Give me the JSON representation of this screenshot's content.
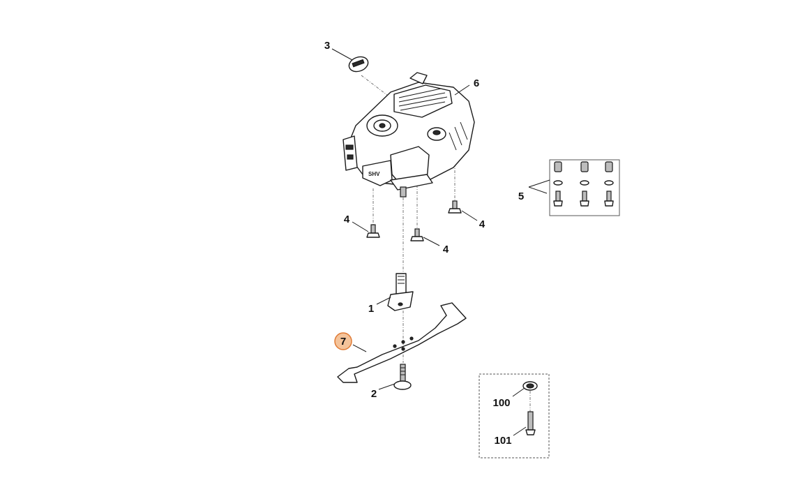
{
  "diagram": {
    "highlight_color": "#f4c39a",
    "highlight_stroke": "#e07b36",
    "callouts": [
      {
        "id": "c1",
        "text": "1"
      },
      {
        "id": "c2",
        "text": "2"
      },
      {
        "id": "c3",
        "text": "3"
      },
      {
        "id": "c4a",
        "text": "4"
      },
      {
        "id": "c4b",
        "text": "4"
      },
      {
        "id": "c4c",
        "text": "4"
      },
      {
        "id": "c5",
        "text": "5"
      },
      {
        "id": "c6",
        "text": "6"
      },
      {
        "id": "c7",
        "text": "7",
        "highlighted": true
      },
      {
        "id": "c100",
        "text": "100"
      },
      {
        "id": "c101",
        "text": "101"
      }
    ]
  }
}
